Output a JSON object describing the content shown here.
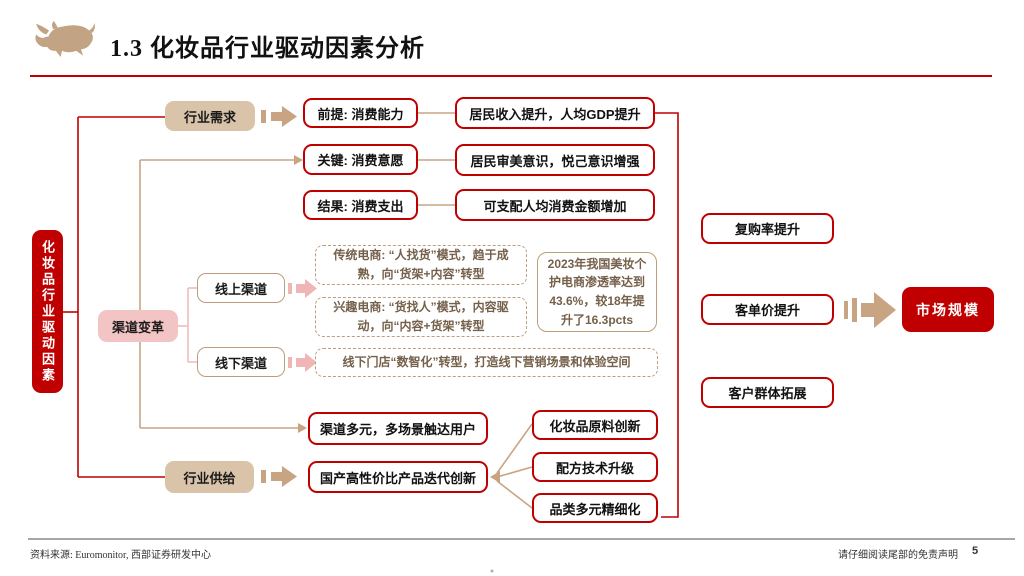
{
  "header": {
    "logo_icon": "bull-logo",
    "title": "1.3 化妆品行业驱动因素分析"
  },
  "colors": {
    "accent_red": "#C00000",
    "tan": "#C9A483",
    "tan_fill": "#D9C3A9",
    "tan_border": "#BD9D7C",
    "pink_fill": "#F2C4C3",
    "pink_line": "#F0BCBB",
    "brown_text": "#75604A",
    "footer_line": "#A6A6A6"
  },
  "diagram": {
    "root_label": "化妆品行业驱动因素",
    "demand": {
      "label": "行业需求",
      "rows": [
        {
          "factor": "前提: 消费能力",
          "result": "居民收入提升，人均GDP提升"
        },
        {
          "factor": "关键: 消费意愿",
          "result": "居民审美意识，悦己意识增强"
        },
        {
          "factor": "结果: 消费支出",
          "result": "可支配人均消费金额增加"
        }
      ]
    },
    "channel": {
      "label": "渠道变革",
      "online": {
        "label": "线上渠道",
        "note_traditional": "传统电商: “人找货”模式，趋于成熟，向“货架+内容”转型",
        "note_interest": "兴趣电商: “货找人”模式，内容驱动，向“内容+货架”转型",
        "stat": "2023年我国美妆个护电商渗透率达到43.6%，较18年提升了16.3pcts"
      },
      "offline": {
        "label": "线下渠道",
        "note": "线下门店“数智化”转型，打造线下营销场景和体验空间"
      },
      "outcome": "渠道多元，多场景触达用户"
    },
    "supply": {
      "label": "行业供给",
      "core": "国产高性价比产品迭代创新",
      "drivers": [
        "化妆品原料创新",
        "配方技术升级",
        "品类多元精细化"
      ]
    },
    "outputs": [
      "复购率提升",
      "客单价提升",
      "客户群体拓展"
    ],
    "goal": "市场规模"
  },
  "footer": {
    "source": "资料来源: Euromonitor, 西部证券研发中心",
    "disclaimer": "请仔细阅读尾部的免责声明",
    "page_number": "5"
  }
}
